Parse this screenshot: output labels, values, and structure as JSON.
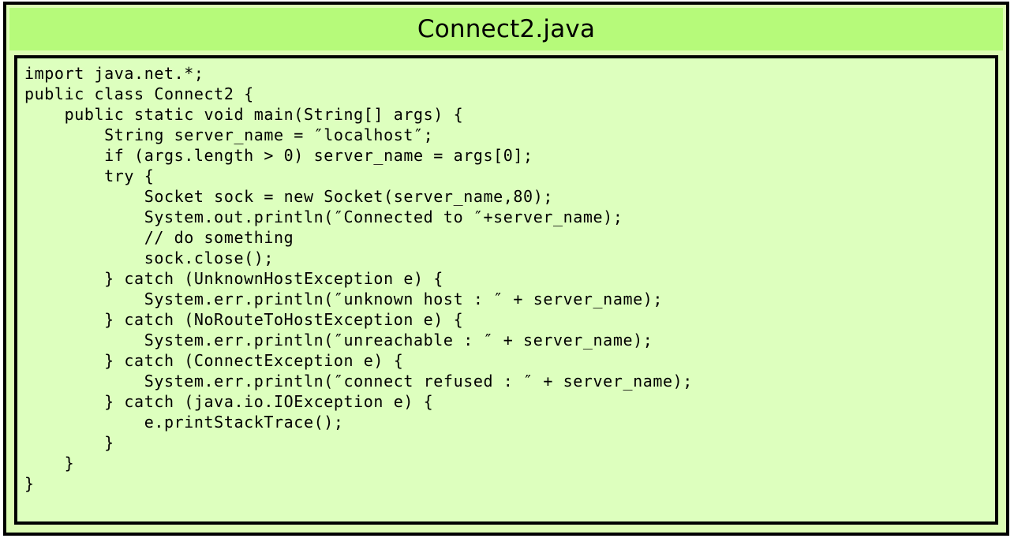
{
  "figure": {
    "title": "Connect2.java",
    "colors": {
      "page_background": "#ffffff",
      "frame_border": "#000000",
      "title_bar_background": "#b6fa7a",
      "code_background": "#ddffbe",
      "outer_fill": "#dcfcb4",
      "code_text": "#000000"
    }
  },
  "code": {
    "language": "java",
    "filename": "Connect2.java",
    "lines": [
      "import java.net.*;",
      "public class Connect2 {",
      "    public static void main(String[] args) {",
      "        String server_name = ″localhost″;",
      "        if (args.length > 0) server_name = args[0];",
      "        try {",
      "            Socket sock = new Socket(server_name,80);",
      "            System.out.println(″Connected to ″+server_name);",
      "            // do something",
      "            sock.close();",
      "        } catch (UnknownHostException e) {",
      "            System.err.println(″unknown host : ″ + server_name);",
      "        } catch (NoRouteToHostException e) {",
      "            System.err.println(″unreachable : ″ + server_name);",
      "        } catch (ConnectException e) {",
      "            System.err.println(″connect refused : ″ + server_name);",
      "        } catch (java.io.IOException e) {",
      "            e.printStackTrace();",
      "        }",
      "    }",
      "}"
    ]
  }
}
